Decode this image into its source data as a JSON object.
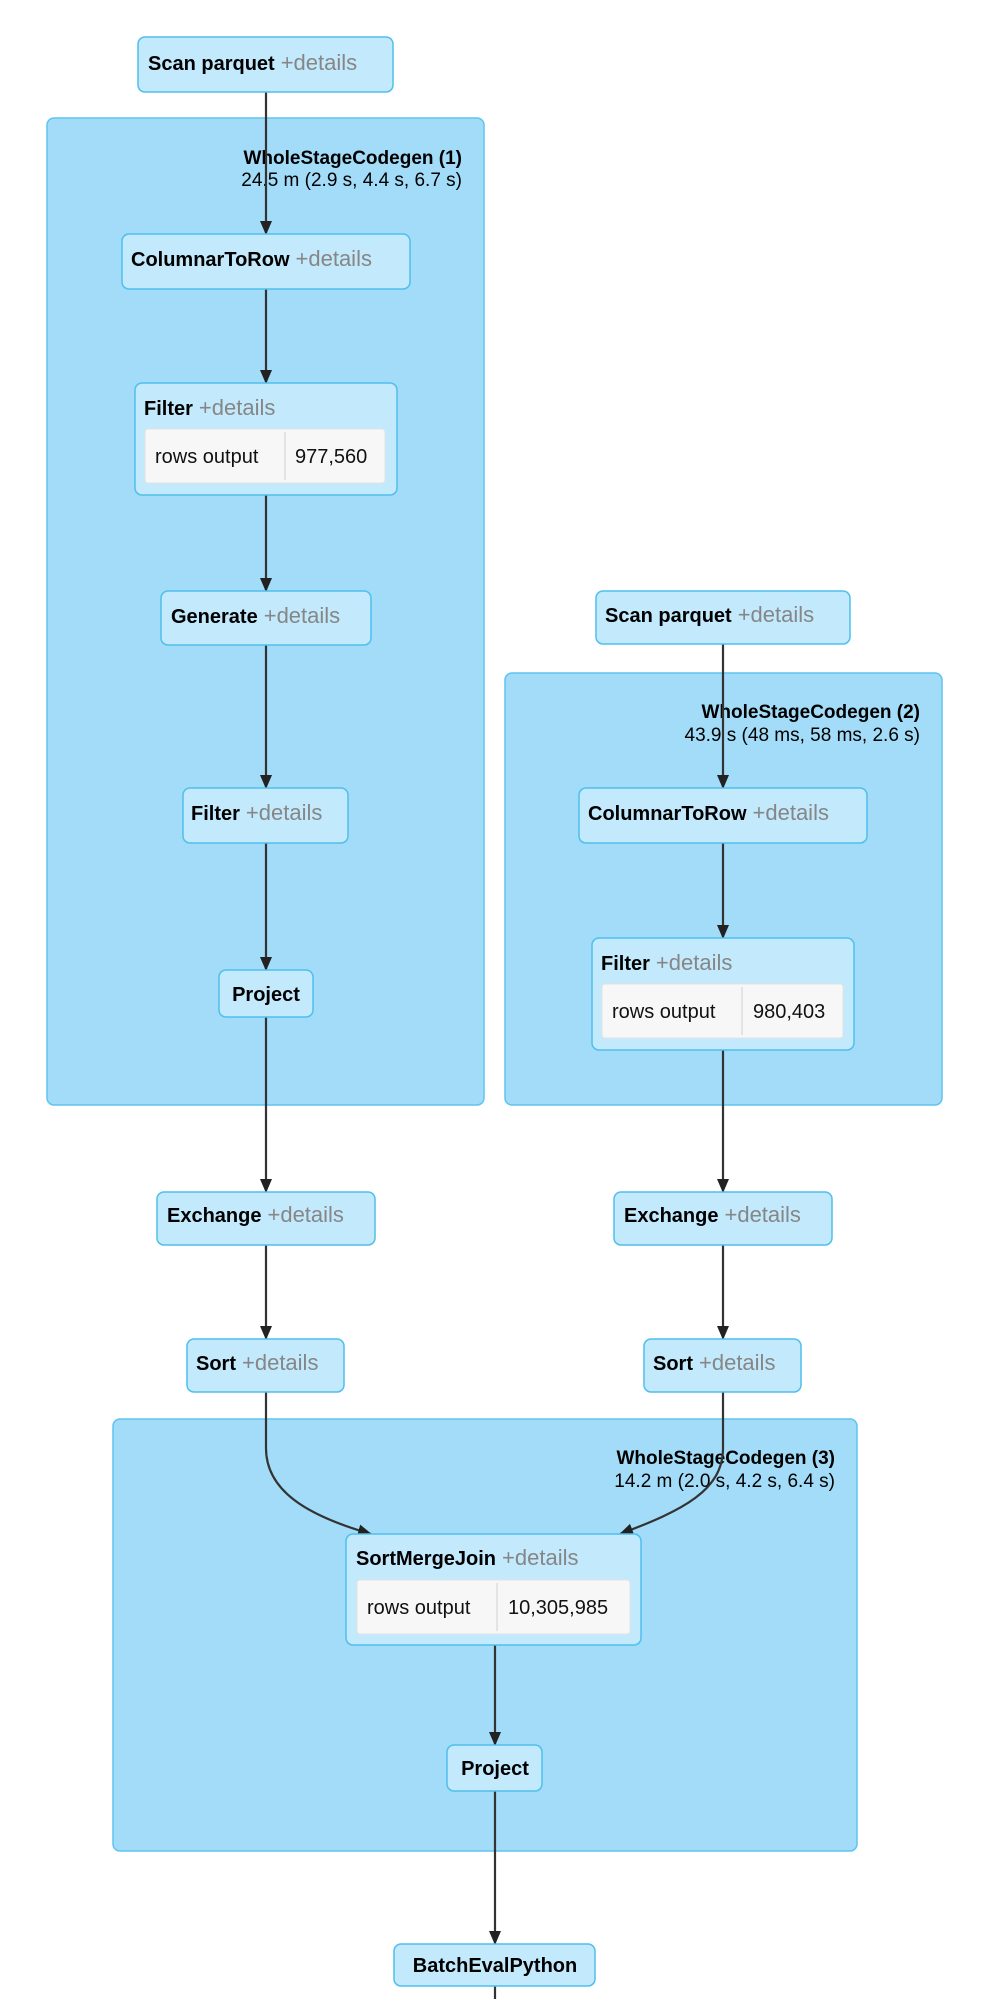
{
  "plan": {
    "clusters": [
      {
        "id": "wsc1",
        "name": "WholeStageCodegen (1)",
        "metrics": "24.5 m (2.9 s, 4.4 s, 6.7 s)"
      },
      {
        "id": "wsc2",
        "name": "WholeStageCodegen (2)",
        "metrics": "43.9 s (48 ms, 58 ms, 2.6 s)"
      },
      {
        "id": "wsc3",
        "name": "WholeStageCodegen (3)",
        "metrics": "14.2 m (2.0 s, 4.2 s, 6.4 s)"
      }
    ],
    "nodes": [
      {
        "id": "scan1",
        "title": "Scan parquet",
        "details": "+details"
      },
      {
        "id": "c2r1",
        "title": "ColumnarToRow",
        "details": "+details"
      },
      {
        "id": "filter1",
        "title": "Filter",
        "details": "+details",
        "metric_label": "rows output",
        "metric_value": "977,560"
      },
      {
        "id": "generate1",
        "title": "Generate",
        "details": "+details"
      },
      {
        "id": "filter2",
        "title": "Filter",
        "details": "+details"
      },
      {
        "id": "project1",
        "title": "Project"
      },
      {
        "id": "exchange1",
        "title": "Exchange",
        "details": "+details"
      },
      {
        "id": "sort1",
        "title": "Sort",
        "details": "+details"
      },
      {
        "id": "scan2",
        "title": "Scan parquet",
        "details": "+details"
      },
      {
        "id": "c2r2",
        "title": "ColumnarToRow",
        "details": "+details"
      },
      {
        "id": "filter3",
        "title": "Filter",
        "details": "+details",
        "metric_label": "rows output",
        "metric_value": "980,403"
      },
      {
        "id": "exchange2",
        "title": "Exchange",
        "details": "+details"
      },
      {
        "id": "sort2",
        "title": "Sort",
        "details": "+details"
      },
      {
        "id": "smj",
        "title": "SortMergeJoin",
        "details": "+details",
        "metric_label": "rows output",
        "metric_value": "10,305,985"
      },
      {
        "id": "project2",
        "title": "Project"
      },
      {
        "id": "batcheval",
        "title": "BatchEvalPython"
      }
    ]
  }
}
